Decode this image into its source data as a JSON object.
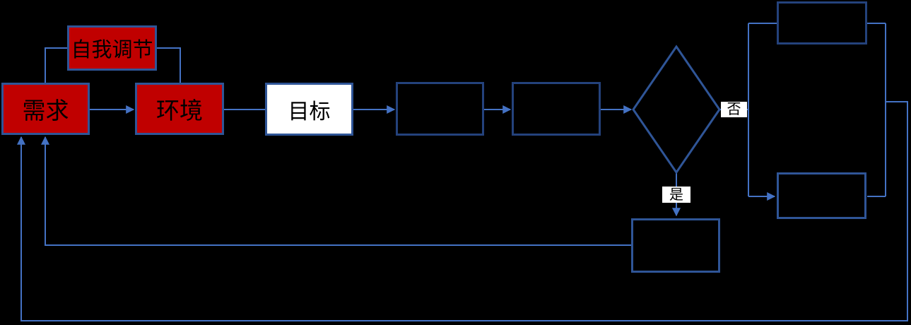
{
  "diagram": {
    "background": "#000000",
    "colors": {
      "background": "#000000",
      "connector": "#4472C4",
      "shape_border": "#2F5597",
      "dark_shape_border": "#24427C",
      "red_fill": "#C00000",
      "white_fill": "#FFFFFF",
      "black_fill": "#000000",
      "text": "#000000",
      "edge_label_bg": "#FFFFFF"
    },
    "nodes": {
      "self_regulation": {
        "label": "自我调节"
      },
      "demand": {
        "label": "需求"
      },
      "environment": {
        "label": "环境"
      },
      "goal": {
        "label": "目标"
      }
    },
    "edge_labels": {
      "no": "否",
      "yes": "是"
    }
  }
}
